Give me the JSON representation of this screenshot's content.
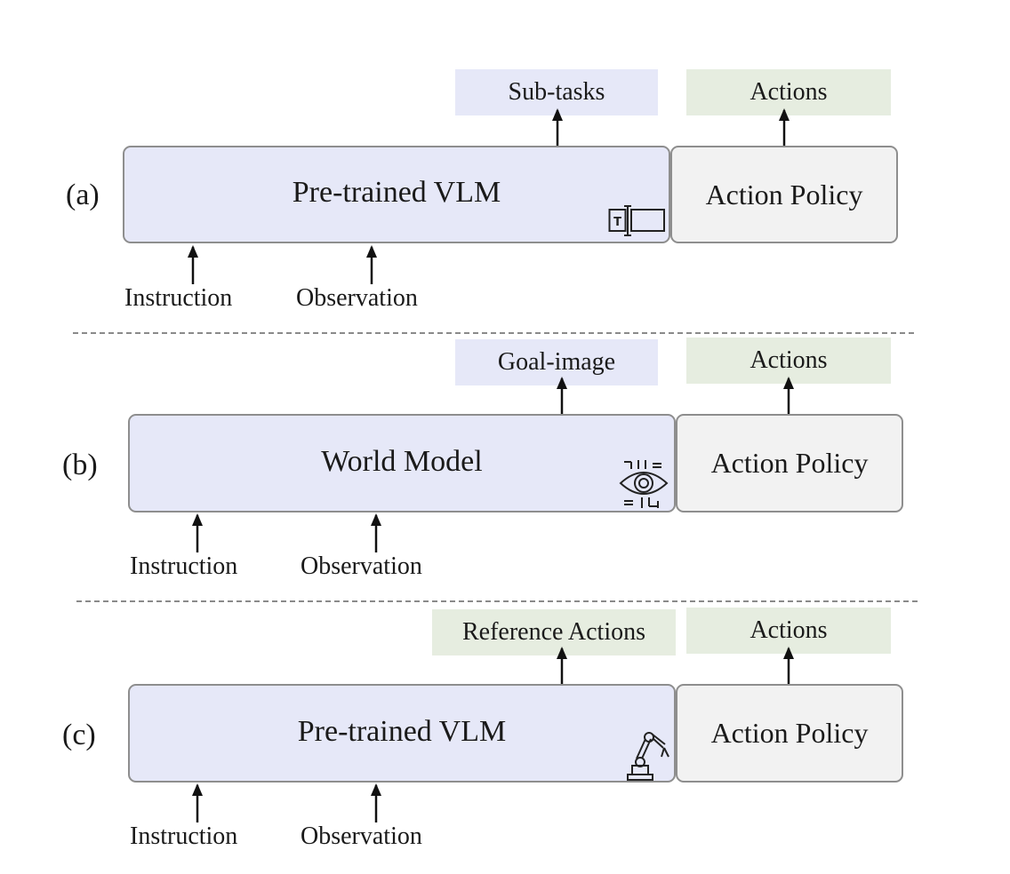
{
  "panels": [
    {
      "label": "(a)",
      "model": "Pre-trained VLM",
      "output": "Sub-tasks",
      "policy": "Action Policy",
      "policy_output": "Actions",
      "inputs": [
        "Instruction",
        "Observation"
      ],
      "icon": "text-input-icon"
    },
    {
      "label": "(b)",
      "model": "World Model",
      "output": "Goal-image",
      "policy": "Action Policy",
      "policy_output": "Actions",
      "inputs": [
        "Instruction",
        "Observation"
      ],
      "icon": "eye-icon"
    },
    {
      "label": "(c)",
      "model": "Pre-trained VLM",
      "output": "Reference Actions",
      "policy": "Action Policy",
      "policy_output": "Actions",
      "inputs": [
        "Instruction",
        "Observation"
      ],
      "icon": "robot-arm-icon"
    }
  ],
  "colors": {
    "model_fill": "#e6e8f8",
    "policy_fill": "#f2f2f2",
    "blue_tag": "#e6e8f8",
    "green_tag": "#e6ede0",
    "border": "#8e8e8e"
  }
}
